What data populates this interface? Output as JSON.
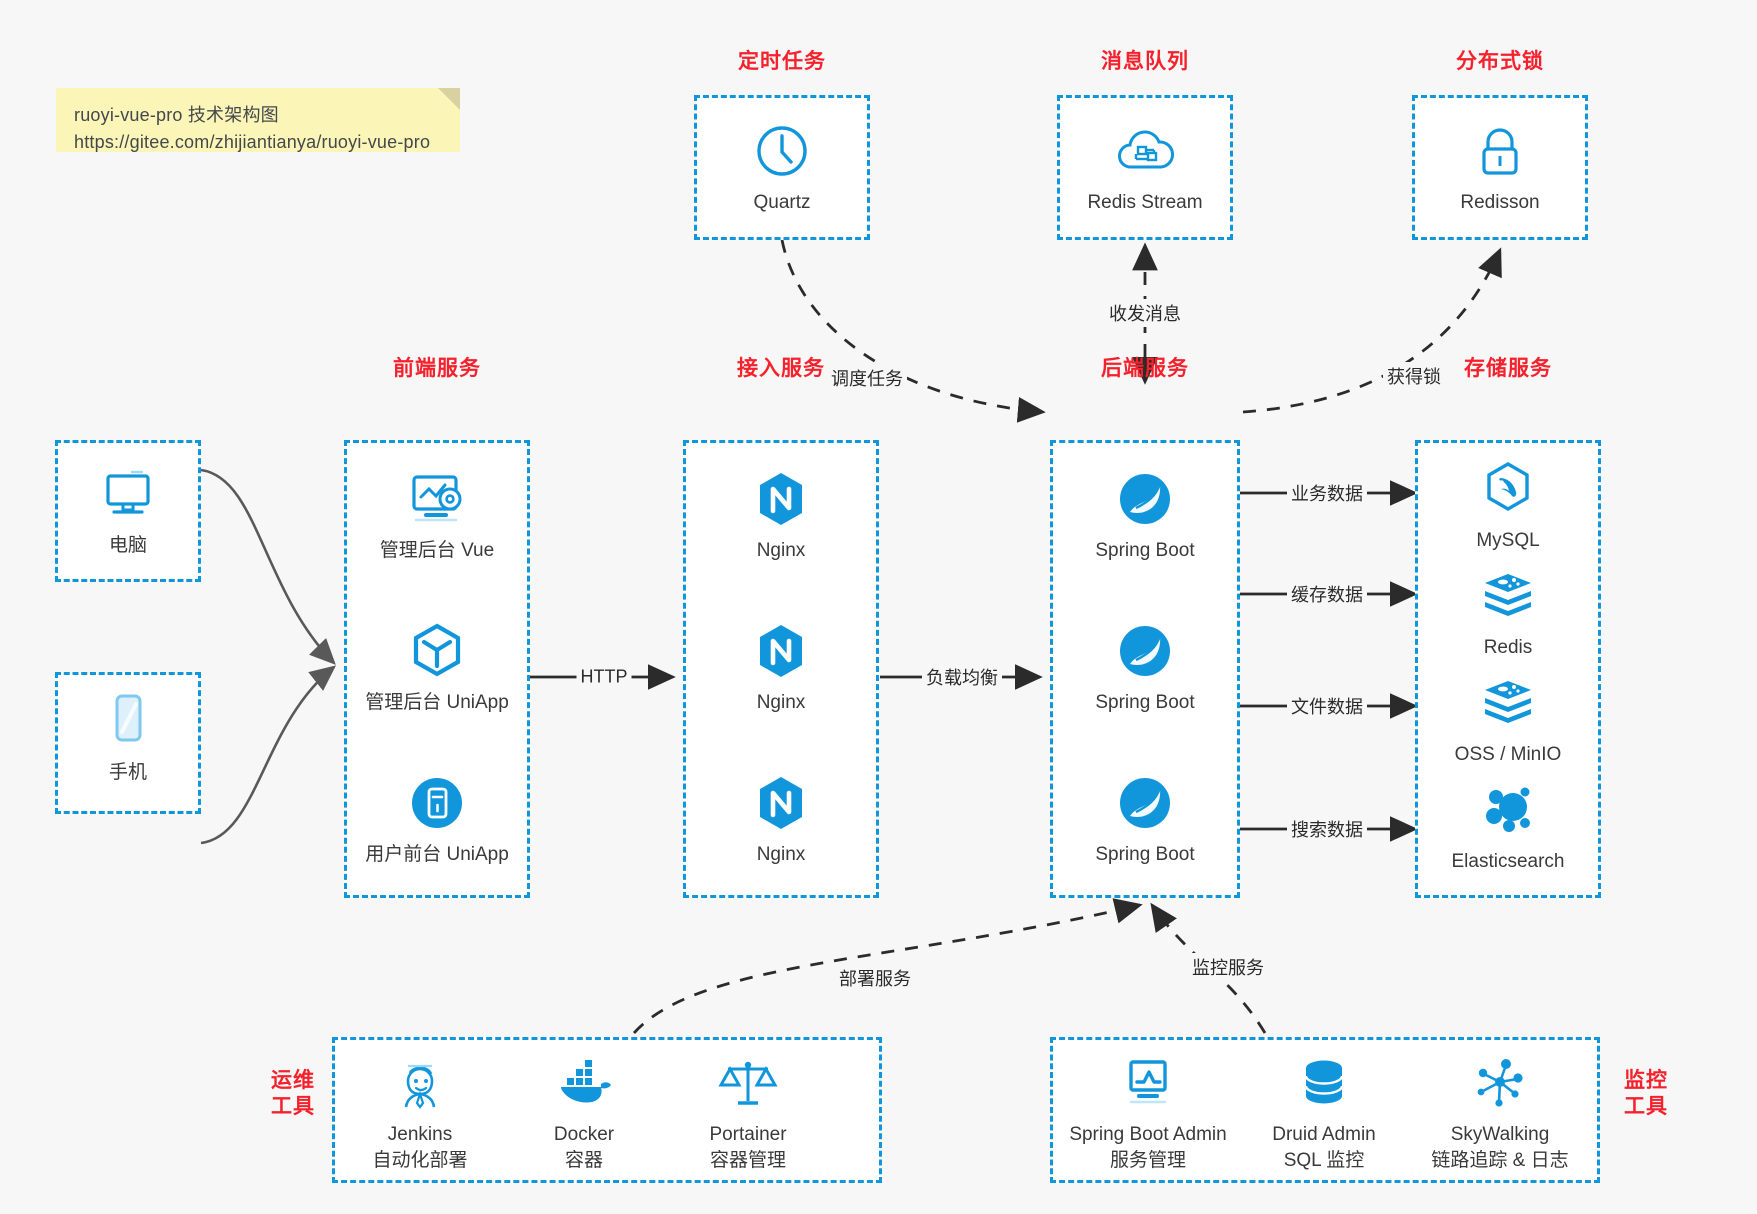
{
  "note": {
    "title": "ruoyi-vue-pro 技术架构图",
    "url": "https://gitee.com/zhijiantianya/ruoyi-vue-pro"
  },
  "colors": {
    "accent_blue": "#1296db",
    "caption_red": "#f5222d",
    "arrow_gray": "#595959",
    "canvas": "#f7f7f7",
    "note_yellow": "#fbf6b7"
  },
  "captions": {
    "scheduled_task": "定时任务",
    "message_queue": "消息队列",
    "distributed_lock": "分布式锁",
    "frontend_service": "前端服务",
    "access_service": "接入服务",
    "backend_service": "后端服务",
    "storage_service": "存储服务",
    "ops_tools_line1": "运维",
    "ops_tools_line2": "工具",
    "monitor_tools_line1": "监控",
    "monitor_tools_line2": "工具"
  },
  "top_boxes": [
    {
      "id": "quartz",
      "label": "Quartz",
      "icon": "clock-icon"
    },
    {
      "id": "redis-stream",
      "label": "Redis Stream",
      "icon": "cloud-stream-icon"
    },
    {
      "id": "redisson",
      "label": "Redisson",
      "icon": "lock-icon"
    }
  ],
  "clients": [
    {
      "id": "pc",
      "label": "电脑",
      "icon": "desktop-monitor-icon"
    },
    {
      "id": "mobile",
      "label": "手机",
      "icon": "smartphone-icon"
    }
  ],
  "frontend": [
    {
      "id": "admin-vue",
      "label": "管理后台 Vue",
      "icon": "dashboard-gear-icon"
    },
    {
      "id": "admin-uniapp",
      "label": "管理后台 UniApp",
      "icon": "hexagon-cube-icon"
    },
    {
      "id": "user-uniapp",
      "label": "用户前台 UniApp",
      "icon": "mobile-app-icon"
    }
  ],
  "access": [
    {
      "id": "nginx-1",
      "label": "Nginx",
      "icon": "nginx-icon"
    },
    {
      "id": "nginx-2",
      "label": "Nginx",
      "icon": "nginx-icon"
    },
    {
      "id": "nginx-3",
      "label": "Nginx",
      "icon": "nginx-icon"
    }
  ],
  "backend": [
    {
      "id": "spring-boot-1",
      "label": "Spring Boot",
      "icon": "spring-boot-icon"
    },
    {
      "id": "spring-boot-2",
      "label": "Spring Boot",
      "icon": "spring-boot-icon"
    },
    {
      "id": "spring-boot-3",
      "label": "Spring Boot",
      "icon": "spring-boot-icon"
    }
  ],
  "storage": [
    {
      "id": "mysql",
      "label": "MySQL",
      "icon": "mysql-dolphin-icon"
    },
    {
      "id": "redis",
      "label": "Redis",
      "icon": "redis-stack-icon"
    },
    {
      "id": "oss-minio",
      "label": "OSS / MinIO",
      "icon": "object-storage-icon"
    },
    {
      "id": "elasticsearch",
      "label": "Elasticsearch",
      "icon": "elasticsearch-icon"
    }
  ],
  "ops_tools": [
    {
      "id": "jenkins",
      "label": "Jenkins",
      "sublabel": "自动化部署",
      "icon": "jenkins-butler-icon"
    },
    {
      "id": "docker",
      "label": "Docker",
      "sublabel": "容器",
      "icon": "docker-whale-icon"
    },
    {
      "id": "portainer",
      "label": "Portainer",
      "sublabel": "容器管理",
      "icon": "scales-icon"
    }
  ],
  "monitor_tools": [
    {
      "id": "spring-boot-admin",
      "label": "Spring Boot Admin",
      "sublabel": "服务管理",
      "icon": "monitor-chart-icon"
    },
    {
      "id": "druid-admin",
      "label": "Druid Admin",
      "sublabel": "SQL 监控",
      "icon": "database-icon"
    },
    {
      "id": "skywalking",
      "label": "SkyWalking",
      "sublabel": "链路追踪 & 日志",
      "icon": "skywalking-node-icon"
    }
  ],
  "edges": [
    {
      "id": "http",
      "label": "HTTP",
      "style": "solid"
    },
    {
      "id": "load-balance",
      "label": "负载均衡",
      "style": "solid"
    },
    {
      "id": "business-data",
      "label": "业务数据",
      "style": "solid"
    },
    {
      "id": "cache-data",
      "label": "缓存数据",
      "style": "solid"
    },
    {
      "id": "file-data",
      "label": "文件数据",
      "style": "solid"
    },
    {
      "id": "search-data",
      "label": "搜索数据",
      "style": "solid"
    },
    {
      "id": "schedule-task",
      "label": "调度任务",
      "style": "dashed"
    },
    {
      "id": "send-receive",
      "label": "收发消息",
      "style": "dashed"
    },
    {
      "id": "acquire-lock",
      "label": "获得锁",
      "style": "dashed"
    },
    {
      "id": "deploy-service",
      "label": "部署服务",
      "style": "dashed"
    },
    {
      "id": "monitor-service",
      "label": "监控服务",
      "style": "dashed"
    }
  ]
}
